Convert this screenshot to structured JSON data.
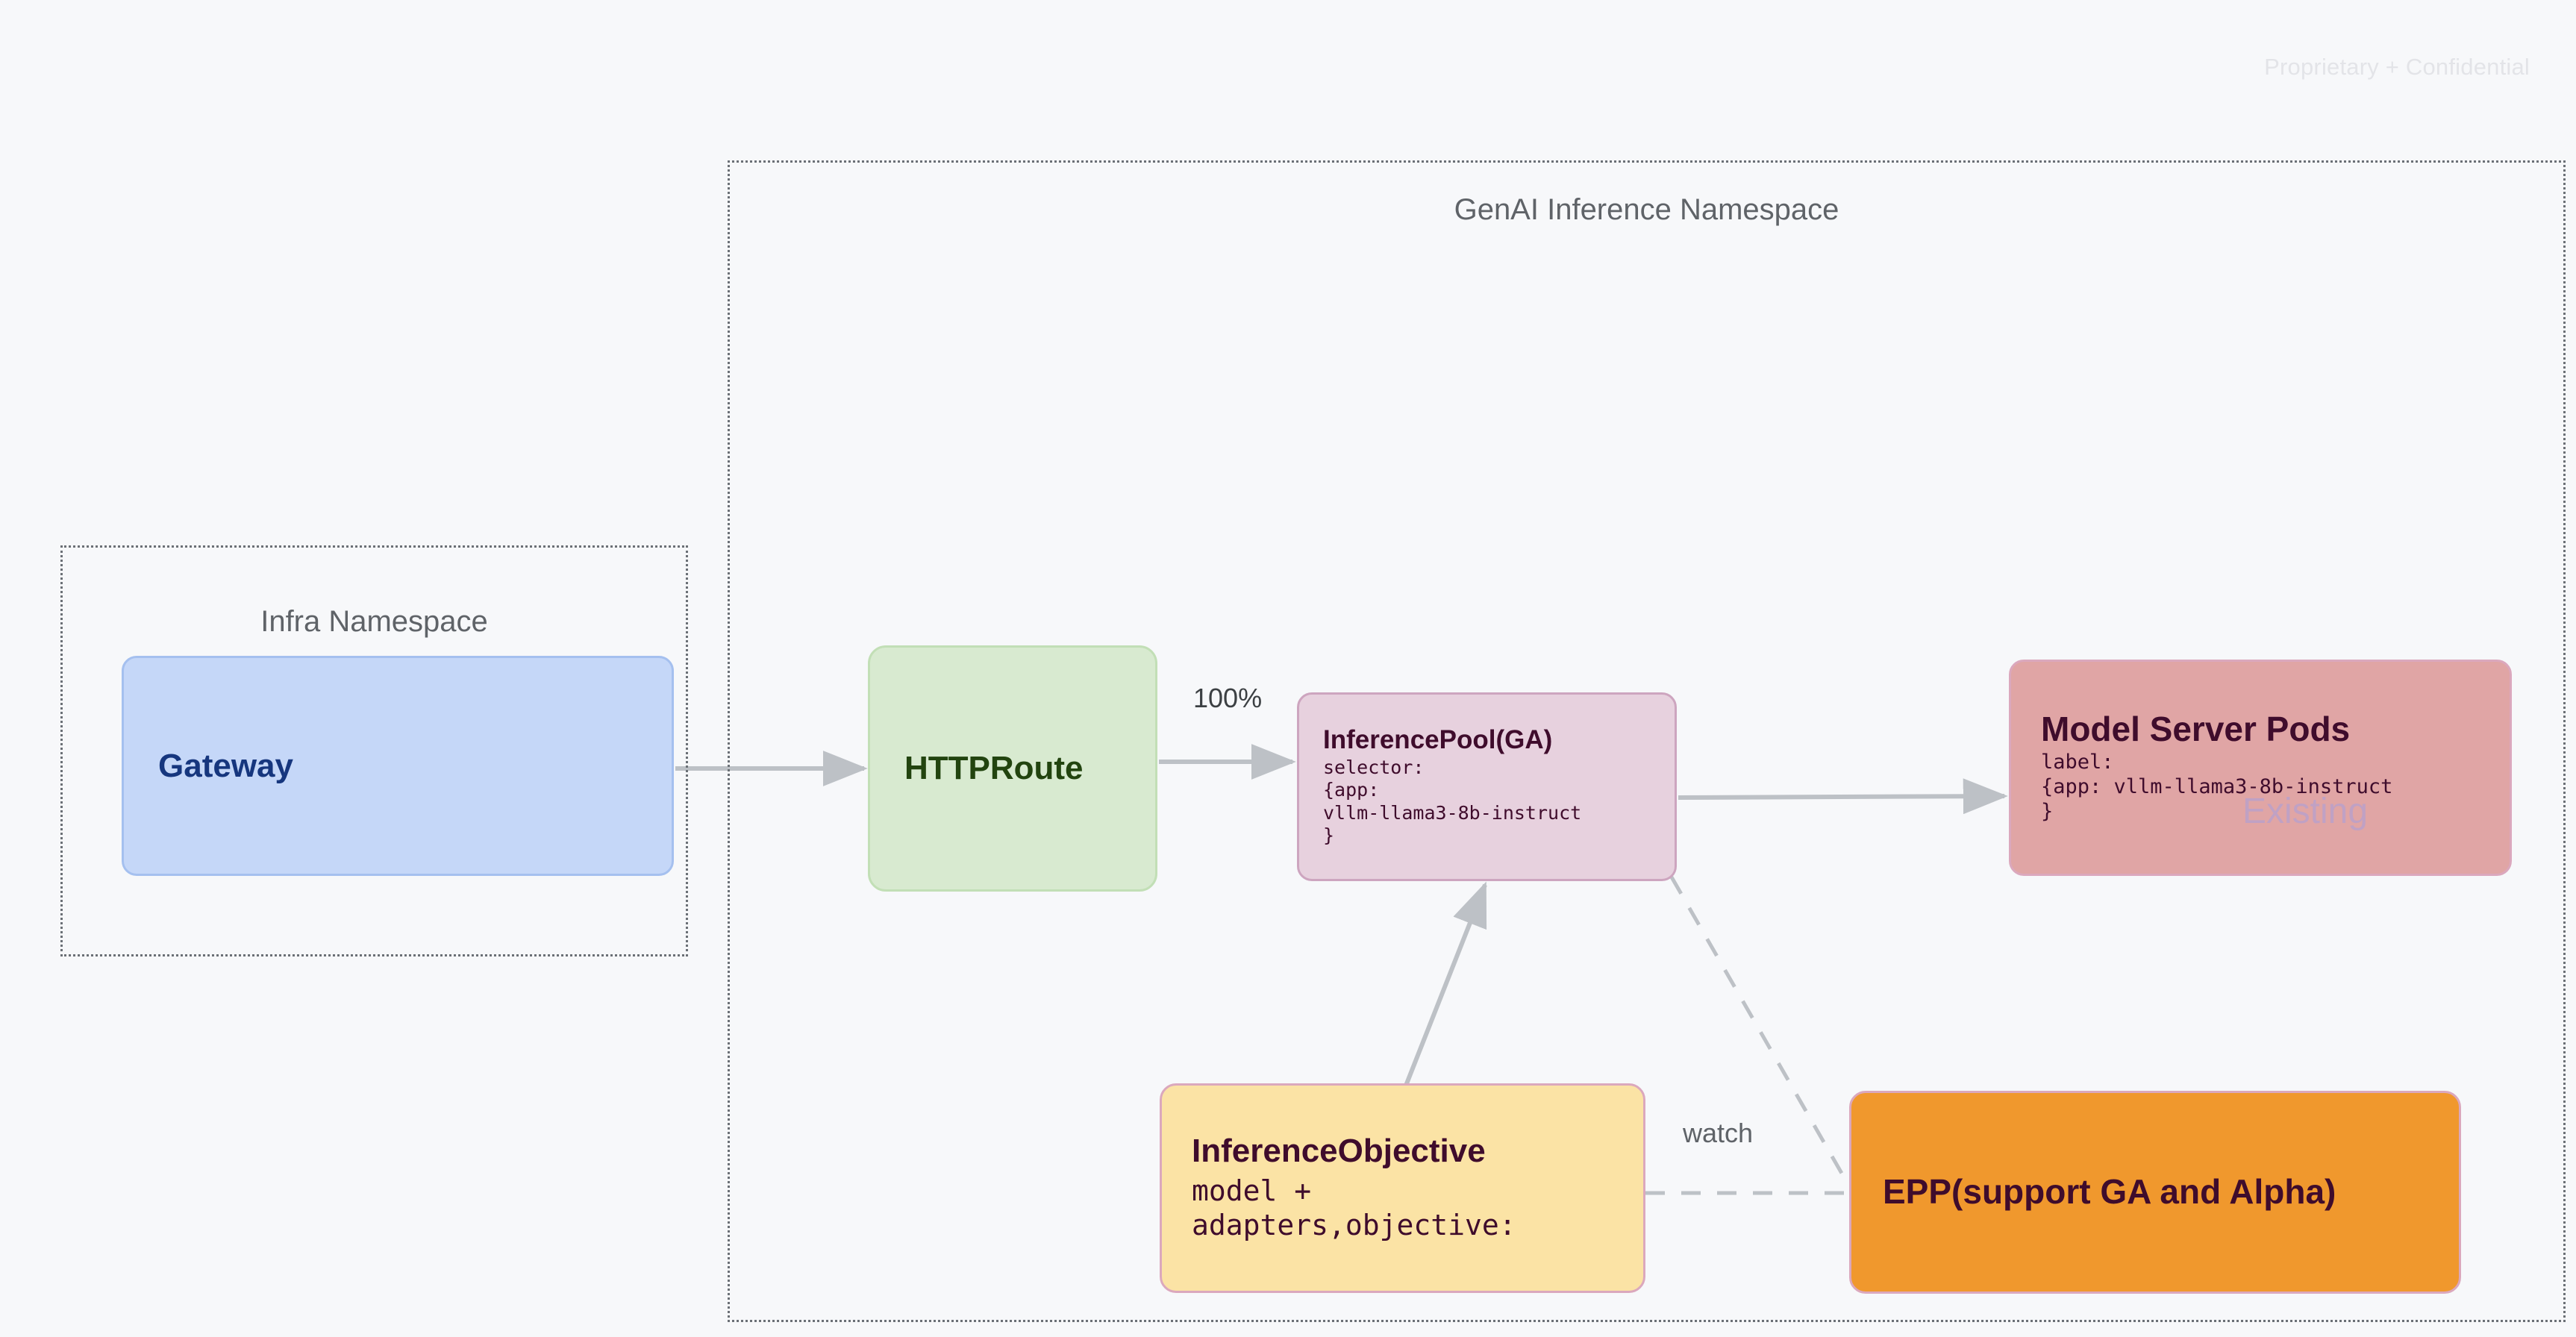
{
  "watermark": "Proprietary + Confidential",
  "namespaces": [
    {
      "id": "infra",
      "title": "Infra Namespace"
    },
    {
      "id": "genai",
      "title": "GenAI Inference Namespace"
    }
  ],
  "nodes": {
    "gateway": {
      "title": "Gateway"
    },
    "httproute": {
      "title": "HTTPRoute"
    },
    "inferencepool": {
      "title": "InferencePool(GA)",
      "detail": "selector:\n{app:\nvllm-llama3-8b-instruct\n}"
    },
    "modelserver": {
      "title": "Model Server Pods",
      "detail": "label:\n{app: vllm-llama3-8b-instruct\n}",
      "badge": "Existing"
    },
    "inferenceobjective": {
      "title": "InferenceObjective",
      "detail": "model +\nadapters,objective:"
    },
    "epp": {
      "title": "EPP(support GA and Alpha)"
    }
  },
  "edges": {
    "gateway_to_httproute": {
      "label": "",
      "style": "solid"
    },
    "httproute_to_pool": {
      "label": "100%",
      "style": "solid"
    },
    "pool_to_modelserver": {
      "label": "",
      "style": "solid"
    },
    "objective_to_pool": {
      "label": "",
      "style": "solid"
    },
    "pool_to_epp": {
      "label": "",
      "style": "dashed"
    },
    "objective_to_epp": {
      "label": "watch",
      "style": "dashed"
    }
  },
  "colors": {
    "background": "#f7f8fa",
    "gateway_fill": "#c5d7f8",
    "gateway_text": "#16367e",
    "httproute_fill": "#d8ead0",
    "httproute_text": "#22440f",
    "inferencepool_fill": "#e7d1de",
    "modelserver_fill": "#e0a5a5",
    "inferenceobjective_fill": "#fbe3a5",
    "epp_fill": "#f0982d",
    "node_text_dark": "#3f0c2c",
    "edge_stroke": "#bdc1c6",
    "namespace_border": "#6b7076",
    "namespace_title": "#5f6368"
  }
}
